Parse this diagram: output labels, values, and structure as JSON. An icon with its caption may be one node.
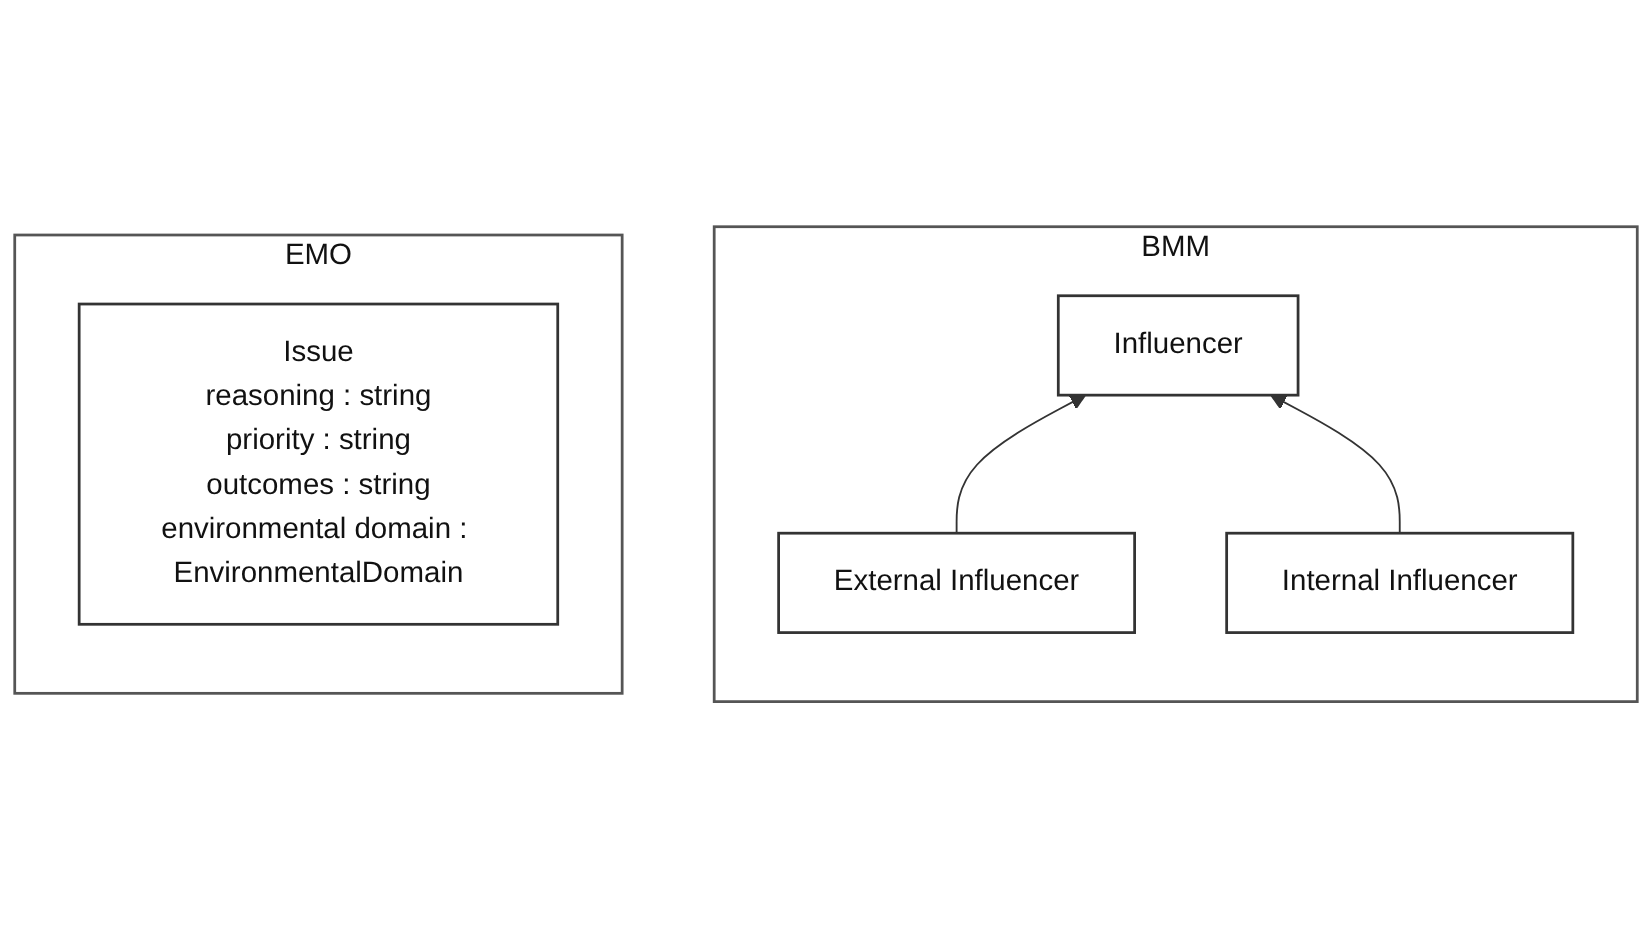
{
  "diagram": {
    "nodes": [
      {
        "text": [
          "BMM"
        ]
      },
      {
        "text": [
          "Influencer"
        ],
        "in": 0
      },
      {
        "text": [
          "External Influencer"
        ],
        "in": 0
      },
      {
        "text": [
          "Internal Influencer"
        ],
        "in": 0
      },
      {
        "text": [
          "EMO"
        ]
      },
      {
        "text": [
          "Issue",
          "reasoning : string",
          "priority : string",
          "outcomes : string",
          "environmental domain : EnvironmentalDomain"
        ],
        "in": 4
      }
    ],
    "edges": [
      {
        "from": 2,
        "to": 1,
        "arrow": "to"
      },
      {
        "from": 3,
        "to": 1,
        "arrow": "to"
      }
    ]
  }
}
